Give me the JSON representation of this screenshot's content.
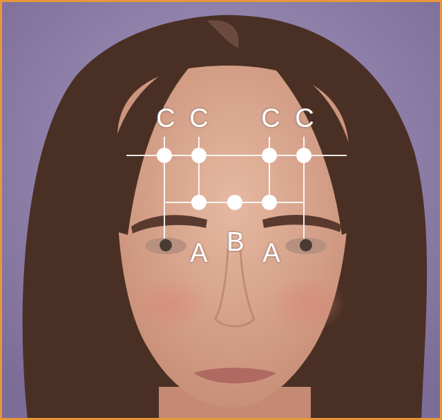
{
  "diagram": {
    "labels": [
      "C",
      "C",
      "C",
      "C",
      "A",
      "B",
      "A"
    ]
  }
}
